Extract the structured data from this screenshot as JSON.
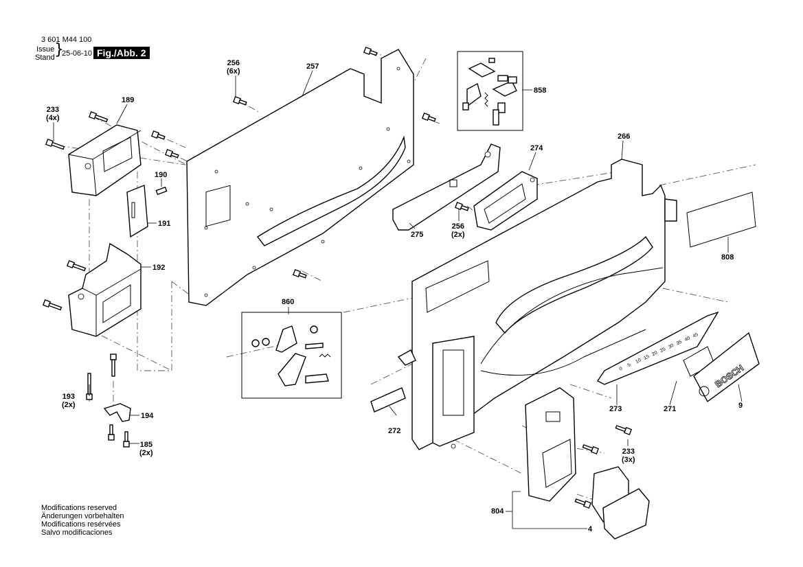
{
  "header": {
    "doc_number": "3 601 M44 100",
    "issue_label": "Issue",
    "stand_label": "Stand",
    "date": "25-06-10",
    "figure_label": "Fig./Abb. 2"
  },
  "callouts": {
    "p256_top": {
      "num": "256",
      "qty": "(6x)"
    },
    "p257": {
      "num": "257"
    },
    "p233_top": {
      "num": "233",
      "qty": "(4x)"
    },
    "p189": {
      "num": "189"
    },
    "p190": {
      "num": "190"
    },
    "p191": {
      "num": "191"
    },
    "p192": {
      "num": "192"
    },
    "p193": {
      "num": "193",
      "qty": "(2x)"
    },
    "p194": {
      "num": "194"
    },
    "p185": {
      "num": "185",
      "qty": "(2x)"
    },
    "p858": {
      "num": "858"
    },
    "p274": {
      "num": "274"
    },
    "p266": {
      "num": "266"
    },
    "p275": {
      "num": "275"
    },
    "p256_mid": {
      "num": "256",
      "qty": "(2x)"
    },
    "p808": {
      "num": "808"
    },
    "p860": {
      "num": "860"
    },
    "p272": {
      "num": "272"
    },
    "p273": {
      "num": "273"
    },
    "p271": {
      "num": "271"
    },
    "p9": {
      "num": "9"
    },
    "p233_bot": {
      "num": "233",
      "qty": "(3x)"
    },
    "p804": {
      "num": "804"
    },
    "p4": {
      "num": "4"
    }
  },
  "scale_ticks": [
    "0",
    "5",
    "10",
    "15",
    "20",
    "25",
    "30",
    "35",
    "40",
    "45"
  ],
  "logo_text": "BOSCH",
  "modifications_notes": [
    "Modifications reserved",
    "Änderungen vorbehalten",
    "Modifications resérvées",
    "Salvo modificaciones"
  ]
}
